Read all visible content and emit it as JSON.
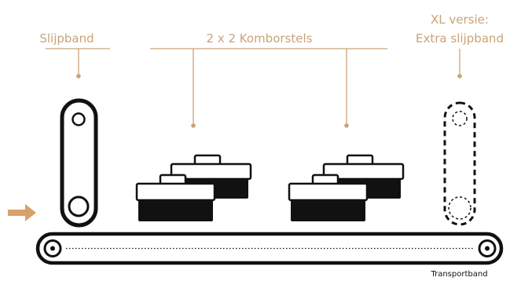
{
  "labels": {
    "slijpband": "Slijpband",
    "komborstels": "2 x 2 Komborstels",
    "xl_line1": "XL versie:",
    "xl_line2": "Extra slijpband",
    "transportband": "Transportband"
  },
  "colors": {
    "accent": "#c9a37a",
    "ink": "#111111",
    "arrow": "#d9a06a"
  },
  "icons": {
    "feed_arrow": "right-arrow-icon"
  }
}
